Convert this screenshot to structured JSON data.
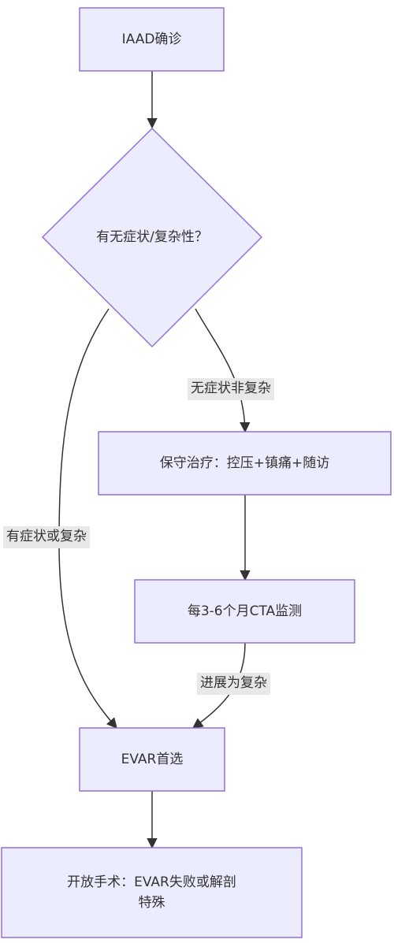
{
  "colors": {
    "node_fill": "#ECECFF",
    "node_stroke": "#9370DB",
    "edge": "#333333",
    "edge_label_bg": "#E8E8E8",
    "text": "#333333"
  },
  "nodes": {
    "diagnosis": "IAAD确诊",
    "decision": "有无症状/复杂性？",
    "conservative": "保守治疗：控压+镇痛+随访",
    "monitoring": "每3-6个月CTA监测",
    "evar": "EVAR首选",
    "open_surgery": "开放手术：EVAR失败或解剖\n特殊"
  },
  "edges": {
    "asymptomatic": "无症状非复杂",
    "symptomatic": "有症状或复杂",
    "progression": "进展为复杂"
  }
}
